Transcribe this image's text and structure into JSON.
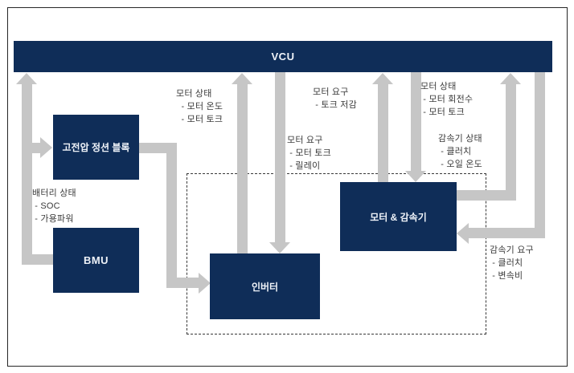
{
  "colors": {
    "box_navy": "#0f2d58",
    "arrow_gray": "#c6c6c6",
    "label_text": "#3b3b3b",
    "box_text": "#eef2f8",
    "background": "#ffffff"
  },
  "nodes": {
    "vcu": "VCU",
    "junction_block": "고전압 정션 블록",
    "bmu": "BMU",
    "inverter": "인버터",
    "motor_reducer": "모터 & 감속기"
  },
  "labels": {
    "battery_status": "배터리 상태\n - SOC\n - 가용파워",
    "motor_status_temp": "모터 상태\n  - 모터 온도\n  - 모터 토크",
    "motor_request_derate": "모터 요구\n - 토크 저감",
    "motor_request_inverter": "모터 요구\n - 모터 토크\n - 릴레이",
    "motor_status_rpm": "모터 상태\n - 모터 회전수\n - 모터 토크",
    "reducer_status": "감속기 상태\n - 클러치\n - 오일 온도",
    "reducer_request": "감속기 요구\n - 클러치\n - 변속비"
  },
  "edges": [
    {
      "from": "bmu",
      "to": "vcu",
      "label_key": "battery_status"
    },
    {
      "from": "bmu_line",
      "to": "junction_block",
      "label_key": ""
    },
    {
      "from": "junction_block",
      "to": "inverter",
      "label_key": ""
    },
    {
      "from": "inverter",
      "to": "vcu",
      "label_key": "motor_status_temp"
    },
    {
      "from": "vcu",
      "to": "inverter",
      "label_key": "motor_request_inverter"
    },
    {
      "from": "motor_reducer",
      "to": "vcu",
      "label_key": "motor_request_derate"
    },
    {
      "from": "vcu",
      "to": "motor_reducer",
      "label_key": "motor_status_rpm"
    },
    {
      "from": "motor_reducer",
      "to": "vcu_right",
      "label_key": "reducer_status"
    },
    {
      "from": "vcu",
      "to": "motor_reducer_right",
      "label_key": "reducer_request"
    }
  ]
}
